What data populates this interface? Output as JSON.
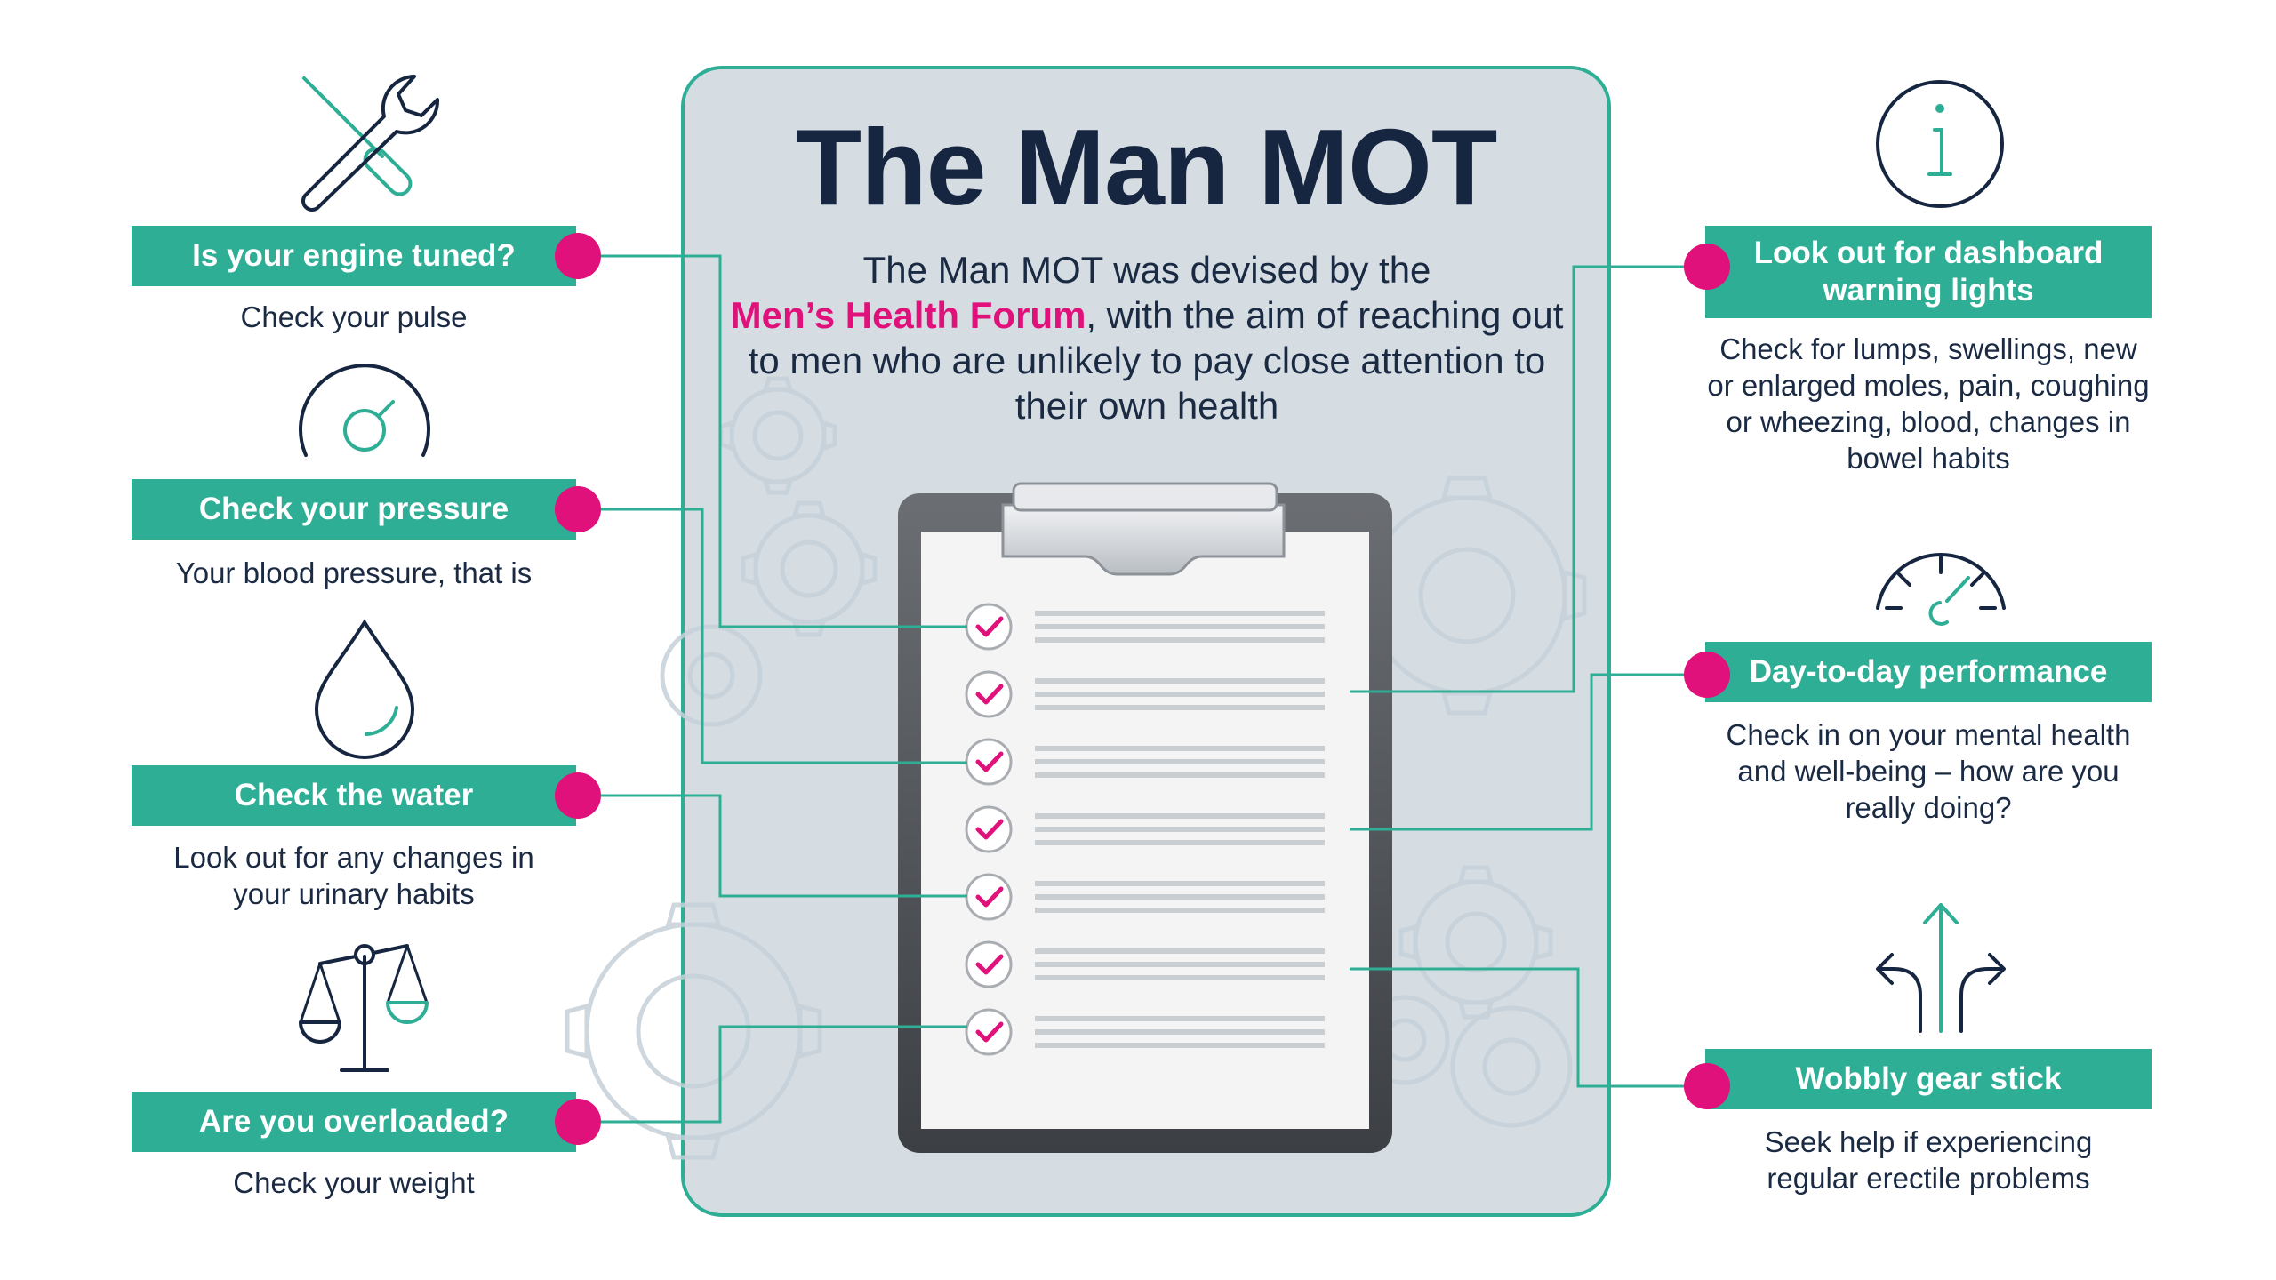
{
  "title": "The Man MOT",
  "intro": {
    "before": "The Man MOT was devised by the",
    "highlight": "Men’s Health Forum",
    "after": "with the aim of reaching out to men who are unlikely to pay close attention to their own health"
  },
  "left_items": [
    {
      "label": "Is your engine tuned?",
      "caption": "Check your pulse",
      "icon": "wrench-screwdriver-icon"
    },
    {
      "label": "Check your pressure",
      "caption": "Your blood pressure, that is",
      "icon": "pressure-gauge-icon"
    },
    {
      "label": "Check the water",
      "caption": "Look out for any changes in your urinary habits",
      "icon": "water-drop-icon"
    },
    {
      "label": "Are you overloaded?",
      "caption": "Check your weight",
      "icon": "weighing-scales-icon"
    }
  ],
  "right_items": [
    {
      "label": "Look out for dashboard warning lights",
      "caption": "Check for lumps, swellings, new or enlarged moles, pain, coughing or wheezing, blood, changes in bowel habits",
      "icon": "info-icon"
    },
    {
      "label": "Day-to-day performance",
      "caption": "Check in on your mental health and well-being – how are you really doing?",
      "icon": "speedometer-icon"
    },
    {
      "label": "Wobbly gear stick",
      "caption": "Seek help if experiencing regular erectile problems",
      "icon": "split-arrows-icon"
    }
  ],
  "checklist_items": 7,
  "colors": {
    "teal": "#2fae96",
    "magenta": "#e0117a",
    "navy": "#172640",
    "panel": "#d5dde3"
  }
}
